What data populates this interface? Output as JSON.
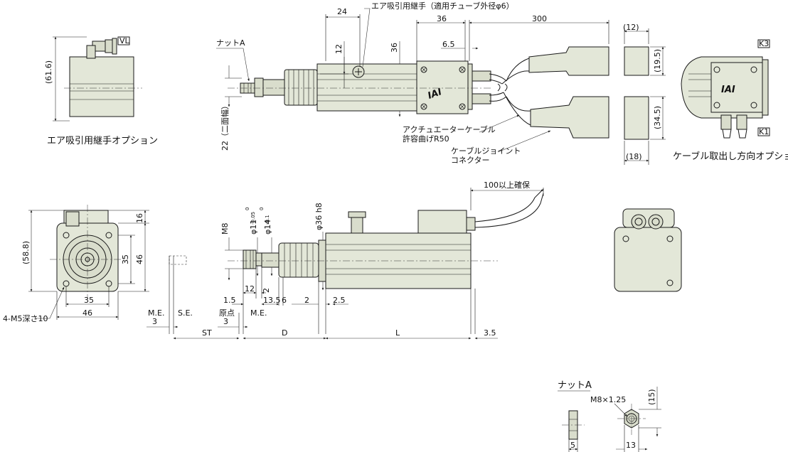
{
  "labels": {
    "air_option": "エア吸引用継手オプション",
    "vl": "VL",
    "h61_6": "(61.6)",
    "air_fitting": "エア吸引用継手（適用チューブ外径φ6）",
    "nut_a": "ナットA",
    "d24": "24",
    "d36": "36",
    "d300": "300",
    "d12a": "(12)",
    "d12": "12",
    "d36v": "36",
    "d6_5": "6.5",
    "d19_5": "(19.5)",
    "d34_5": "(34.5)",
    "d18": "(18)",
    "k3": "K3",
    "k1": "K1",
    "two_flat": "22（二面幅）",
    "cable_bend_1": "アクチュエーターケーブル",
    "cable_bend_2": "許容曲げR50",
    "joint_1": "ケーブルジョイント",
    "joint_2": "コネクター",
    "cable_option": "ケーブル取出し方向オプション",
    "iai": "IAI",
    "h58_8": "(58.8)",
    "d16": "16",
    "d35v": "35",
    "d46v": "46",
    "d35h": "35",
    "d46h": "46",
    "m5": "4-M5深さ10",
    "m8": "M8",
    "phi11": "φ11",
    "phi11_tol_u": "0",
    "phi11_tol_l": "-0.05",
    "phi14": "φ14",
    "phi14_tol_u": "0",
    "phi14_tol_l": "-0.1",
    "phi36": "φ36 h8",
    "secure100": "100以上確保",
    "me": "M.E.",
    "se": "S.E.",
    "origin": "原点",
    "me2": "M.E.",
    "d3a": "3",
    "d3b": "3",
    "d1_5": "1.5",
    "d12b": "12",
    "d2a": "2",
    "d13_5": "13.5",
    "d6": "6",
    "d2b": "2",
    "d2_5": "2.5",
    "st": "ST",
    "dd": "D",
    "ll": "L",
    "d3_5": "3.5",
    "nut_a2": "ナットA",
    "m8x125": "M8×1.25",
    "d15": "(15)",
    "d5": "5",
    "d13": "13"
  }
}
